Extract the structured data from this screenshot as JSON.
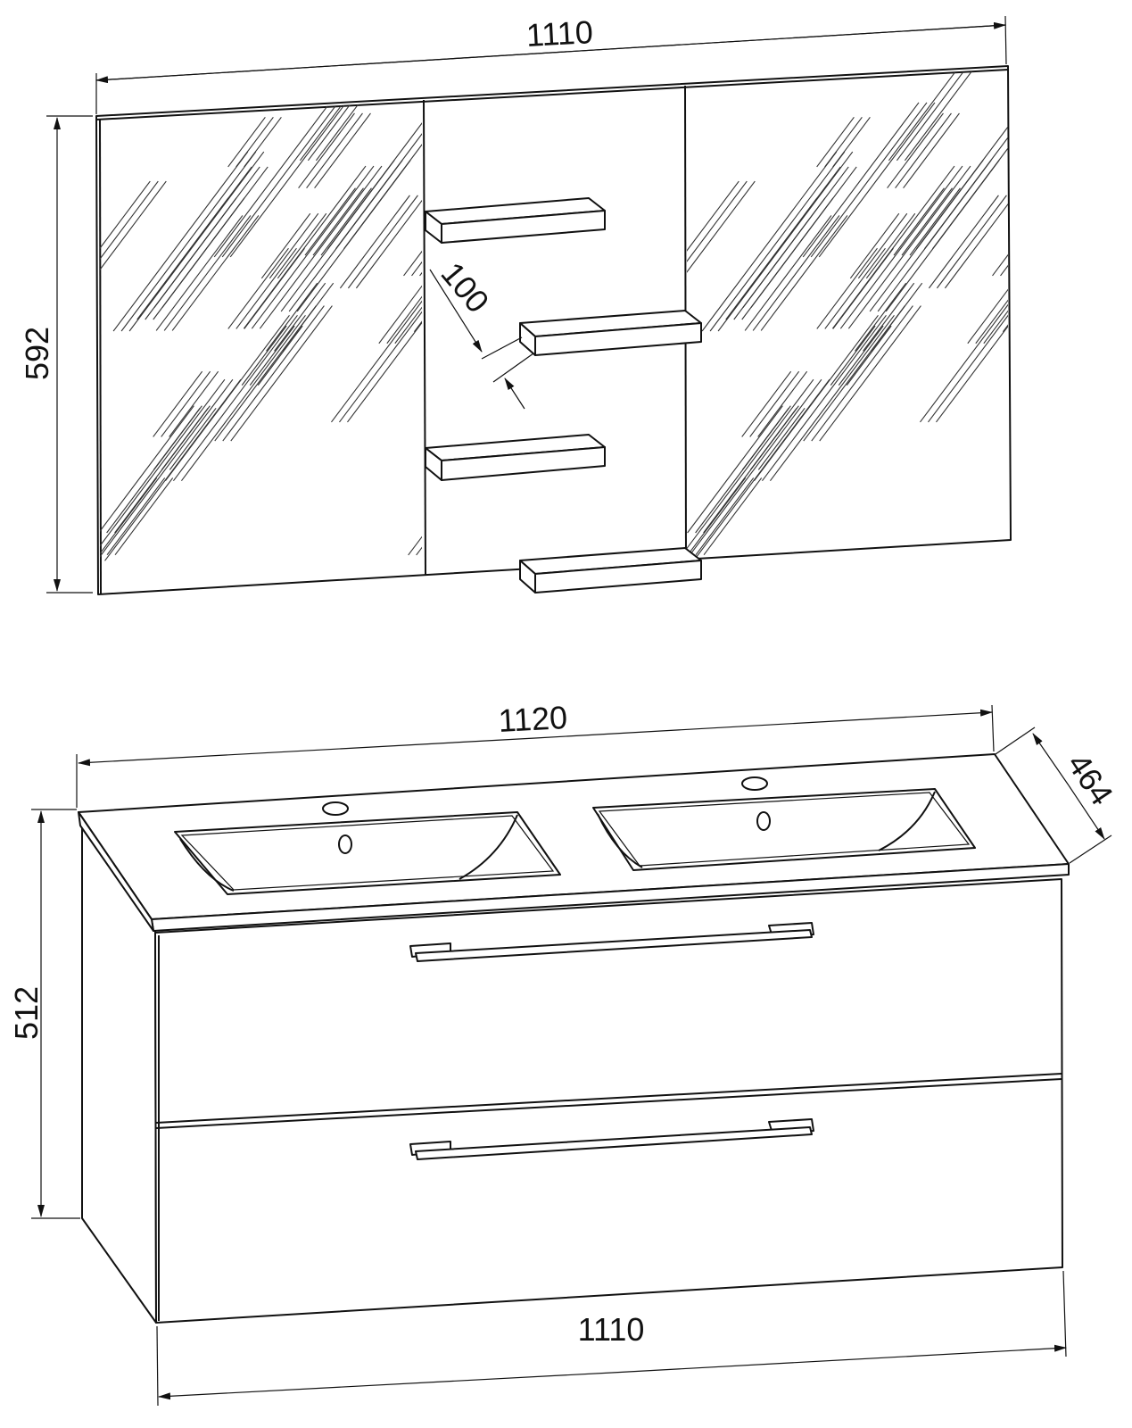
{
  "mirror_cabinet": {
    "width_label": "1110",
    "height_label": "592",
    "shelf_spacing_label": "100"
  },
  "vanity": {
    "top_width_label": "1120",
    "depth_label": "464",
    "height_label": "512",
    "body_width_label": "1110"
  },
  "colors": {
    "line": "#111111",
    "background": "#ffffff"
  }
}
